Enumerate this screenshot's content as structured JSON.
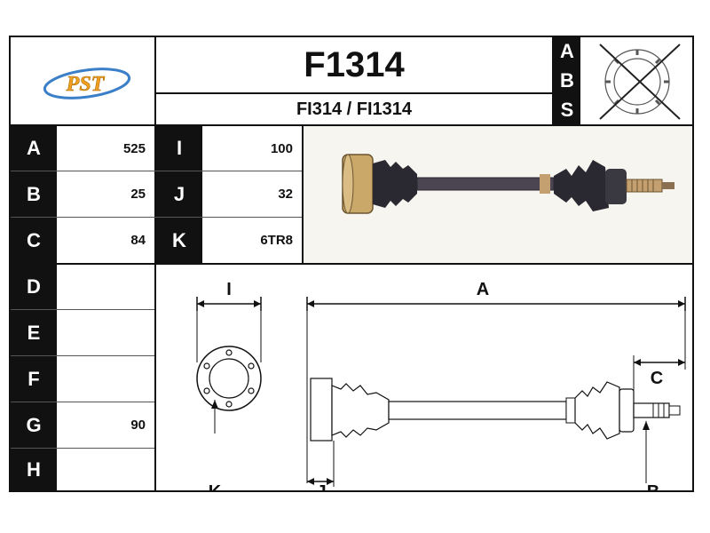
{
  "header": {
    "logo_text": "PST",
    "part_number": "F1314",
    "references": "FI314 / FI1314",
    "abs_letters": [
      "A",
      "B",
      "S"
    ]
  },
  "specs_left": [
    {
      "key": "A",
      "value": "525"
    },
    {
      "key": "B",
      "value": "25"
    },
    {
      "key": "C",
      "value": "84"
    },
    {
      "key": "D",
      "value": ""
    },
    {
      "key": "E",
      "value": ""
    },
    {
      "key": "F",
      "value": ""
    },
    {
      "key": "G",
      "value": "90"
    },
    {
      "key": "H",
      "value": ""
    }
  ],
  "specs_right": [
    {
      "key": "I",
      "value": "100"
    },
    {
      "key": "J",
      "value": "32"
    },
    {
      "key": "K",
      "value": "6TR8"
    }
  ],
  "diagram_labels": {
    "I": "I",
    "A": "A",
    "C": "C",
    "K": "K",
    "J": "J",
    "B": "B"
  },
  "colors": {
    "logo_orange": "#f0a020",
    "logo_blue": "#3a7fc8",
    "shaft": "#4a4550",
    "boot": "#2a2830"
  }
}
